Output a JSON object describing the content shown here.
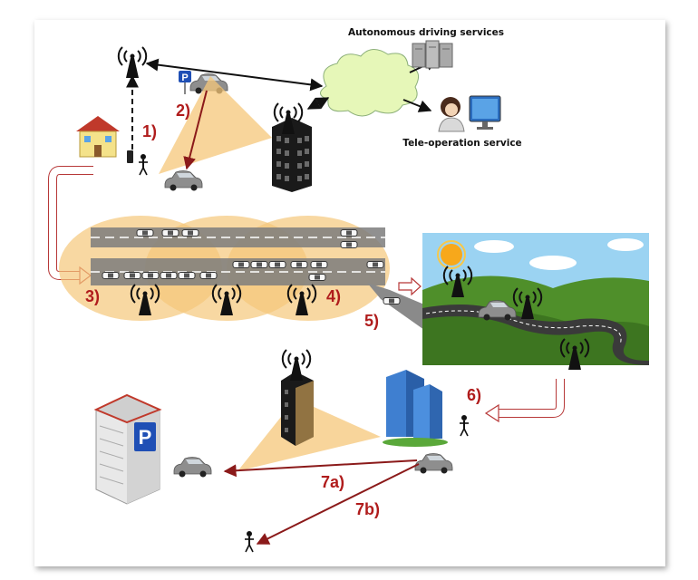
{
  "services": {
    "autonomous": "Autonomous driving services",
    "teleop": "Tele-operation service"
  },
  "parking_sign": "P",
  "garage_sign": "P",
  "steps": {
    "s1": "1)",
    "s2": "2)",
    "s3": "3)",
    "s4": "4)",
    "s5": "5)",
    "s6": "6)",
    "s7a": "7a)",
    "s7b": "7b)"
  },
  "icons": [
    "cell-tower-icon",
    "cloud-icon",
    "server-icon",
    "operator-icon",
    "monitor-icon",
    "house-icon",
    "person-icon",
    "car-icon",
    "building-icon",
    "parking-garage-icon",
    "sun-icon"
  ],
  "colors": {
    "step_label": "#b01c1c",
    "coverage": "#f5c77a",
    "cloud": "#e6f7b8",
    "sky": "#9bd3f2",
    "hill": "#4f8f2a",
    "road": "#3a3a3a"
  }
}
